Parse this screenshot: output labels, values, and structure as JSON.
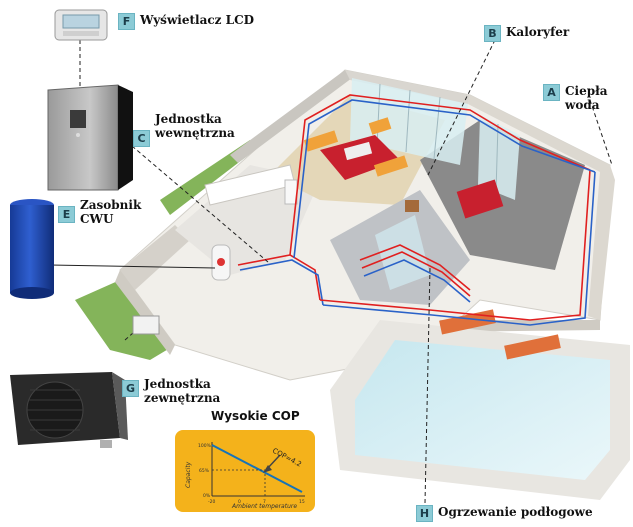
{
  "callouts": {
    "F": {
      "letter": "F",
      "label": "Wyświetlacz LCD"
    },
    "B": {
      "letter": "B",
      "label": "Kaloryfer"
    },
    "A": {
      "letter": "A",
      "label": "Ciepła woda"
    },
    "C": {
      "letter": "C",
      "label": "Jednostka\nwewnętrzna"
    },
    "E": {
      "letter": "E",
      "label": "Zasobnik\nCWU"
    },
    "G": {
      "letter": "G",
      "label": "Jednostka\nzewnętrzna"
    },
    "H": {
      "letter": "H",
      "label": "Ogrzewanie podłogowe"
    }
  },
  "cop_chart": {
    "title": "Wysokie COP",
    "ylabel": "Capacity",
    "xlabel": "Ambient temperature",
    "annotation": "COP=4.2",
    "y_ticks": [
      "100%",
      "65%",
      "0%"
    ],
    "x_ticks": [
      "-20",
      "0",
      "7",
      "15"
    ],
    "colors": {
      "panel": "#f4b21b",
      "line": "#1673b8",
      "arrow": "#444444"
    }
  },
  "colors": {
    "badge": "#8ccbd6",
    "pipe_hot": "#e02020",
    "pipe_cold": "#2a62c8",
    "floor_light": "#f1efea",
    "wall_shadow": "#c9c6c0",
    "pool_water": "#d7eef3",
    "grass": "#84b45a",
    "tank": "#1f48b0",
    "sofa": "#f0a23a",
    "rug": "#c8202e"
  }
}
